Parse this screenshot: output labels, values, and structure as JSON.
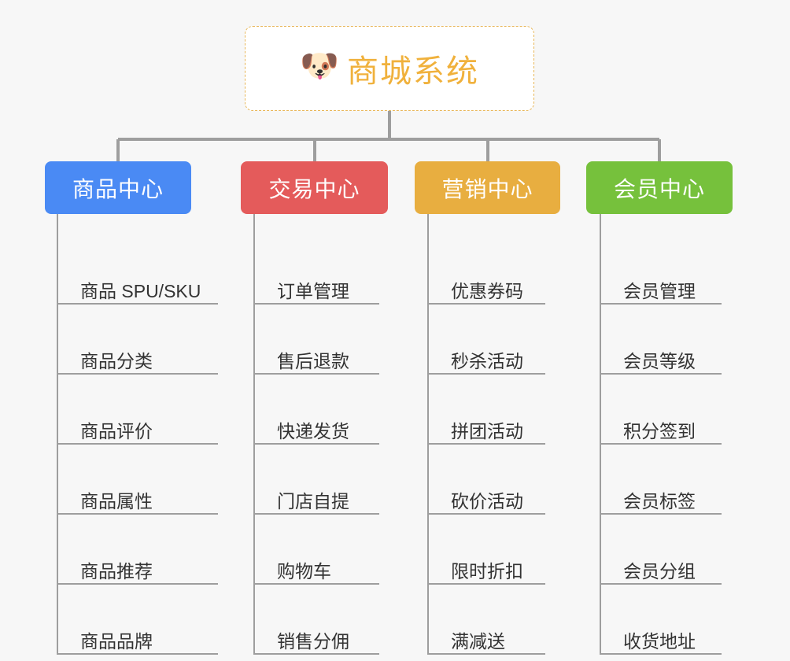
{
  "diagram": {
    "type": "mindmap-tree",
    "background_color": "#f7f7f7",
    "root": {
      "icon": "shiba-dog-face-icon",
      "emoji": "🐶",
      "title": "商城系统",
      "text_color": "#f0b13c",
      "border_color": "#e8b75a",
      "background_color": "#ffffff"
    },
    "connector_color": "#9e9e9e",
    "branches": [
      {
        "label": "商品中心",
        "color": "#4a8af4",
        "children": [
          "商品 SPU/SKU",
          "商品分类",
          "商品评价",
          "商品属性",
          "商品推荐",
          "商品品牌"
        ]
      },
      {
        "label": "交易中心",
        "color": "#e45b5b",
        "children": [
          "订单管理",
          "售后退款",
          "快递发货",
          "门店自提",
          "购物车",
          "销售分佣"
        ]
      },
      {
        "label": "营销中心",
        "color": "#e8ae40",
        "children": [
          "优惠券码",
          "秒杀活动",
          "拼团活动",
          "砍价活动",
          "限时折扣",
          "满减送"
        ]
      },
      {
        "label": "会员中心",
        "color": "#76c13c",
        "children": [
          "会员管理",
          "会员等级",
          "积分签到",
          "会员标签",
          "会员分组",
          "收货地址"
        ]
      }
    ]
  }
}
